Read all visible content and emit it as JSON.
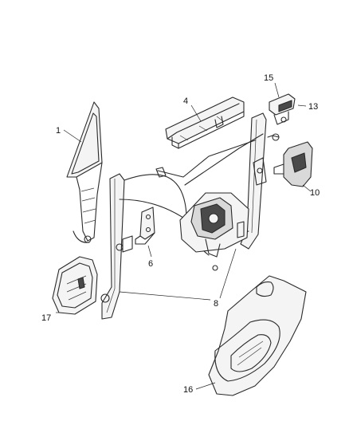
{
  "callouts": {
    "c1": "1",
    "c4": "4",
    "c6": "6",
    "c8": "8",
    "c10": "10",
    "c13": "13",
    "c15": "15",
    "c16": "16",
    "c17": "17"
  }
}
